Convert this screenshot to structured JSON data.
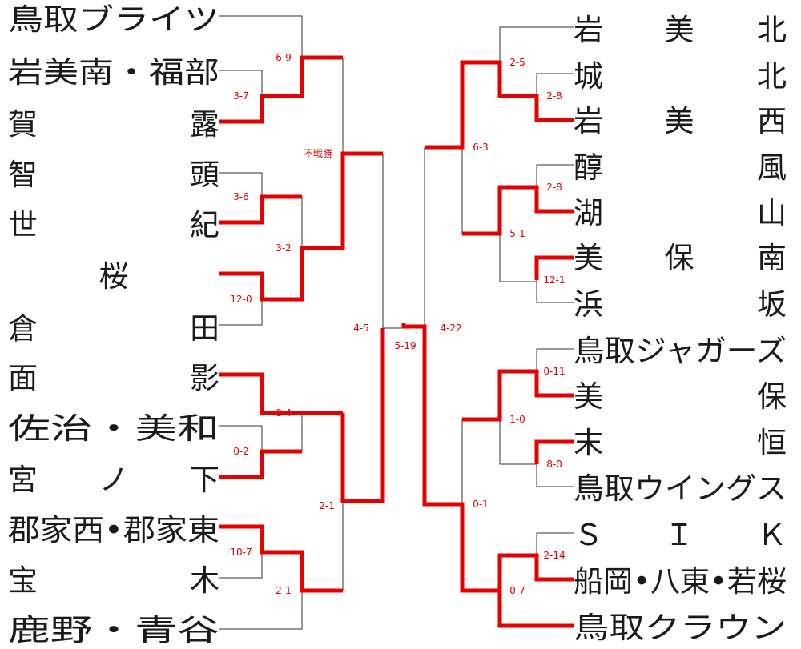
{
  "colors": {
    "winner": "#e60000",
    "line": "#333333",
    "score": "#e00000",
    "text": "#1a1a1a"
  },
  "left_teams": [
    {
      "a": "鳥取ブライツ"
    },
    {
      "a": "岩美南・福部"
    },
    {
      "a": "賀",
      "b": "露"
    },
    {
      "a": "智",
      "b": "頭"
    },
    {
      "a": "世",
      "b": "紀"
    },
    {
      "a": "桜"
    },
    {
      "a": "倉",
      "b": "田"
    },
    {
      "a": "面",
      "b": "影"
    },
    {
      "a": "佐治・美和"
    },
    {
      "a": "宮",
      "m": "ノ",
      "b": "下"
    },
    {
      "a": "郡家西•郡家東"
    },
    {
      "a": "宝",
      "b": "木"
    },
    {
      "a": "鹿野・青谷"
    }
  ],
  "right_teams": [
    {
      "a": "岩",
      "m": "美",
      "b": "北"
    },
    {
      "a": "城",
      "b": "北"
    },
    {
      "a": "岩",
      "m": "美",
      "b": "西"
    },
    {
      "a": "醇",
      "b": "風"
    },
    {
      "a": "湖",
      "b": "山"
    },
    {
      "a": "美",
      "m": "保",
      "b": "南"
    },
    {
      "a": "浜",
      "b": "坂"
    },
    {
      "a": "鳥取ジャガーズ"
    },
    {
      "a": "美",
      "b": "保"
    },
    {
      "a": "末",
      "b": "恒"
    },
    {
      "a": "鳥取ウイングス"
    },
    {
      "a": "Ｓ",
      "m": "Ｉ",
      "b": "Ｋ"
    },
    {
      "a": "船岡•八東•若桜"
    },
    {
      "a": "鳥取クラウン"
    }
  ],
  "scores": {
    "l_r1_a": "3-7",
    "l_r1_b": "3-6",
    "l_r1_c": "12-0",
    "l_r1_d": "0-2",
    "l_r1_e": "10-7",
    "l_r2_a": "6-9",
    "l_r2_b": "3-2",
    "l_r2_c": "8-4",
    "l_r2_d": "2-1",
    "l_r3_a": "不戦勝",
    "l_r3_b": "2-1",
    "l_semi": "4-5",
    "final": "5-19",
    "r_semi": "4-22",
    "r_r1_a": "2-8",
    "r_r1_b": "2-8",
    "r_r1_c": "12-1",
    "r_r1_d": "0-11",
    "r_r1_e": "8-0",
    "r_r1_f": "2-14",
    "r_r2_a": "2-5",
    "r_r2_b": "5-1",
    "r_r2_c": "1-0",
    "r_r2_d": "0-7",
    "r_r3_a": "6-3",
    "r_r3_b": "0-1"
  }
}
